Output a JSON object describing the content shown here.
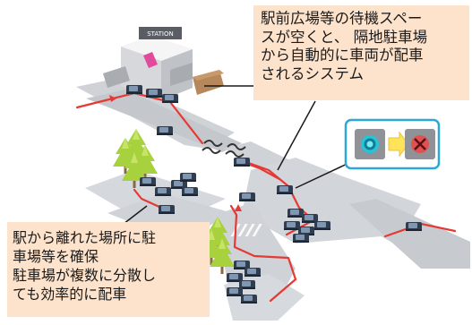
{
  "callout_top": {
    "lines": [
      "駅前広場等の待機スペー",
      "スが空くと、 隔地駐車場",
      "から自動的に車両が配車",
      "されるシステム"
    ]
  },
  "callout_bottom": {
    "lines": [
      "駅から離れた場所に駐",
      "車場等を確保",
      "駐車場が複数に分散し",
      "ても効率的に配車"
    ]
  },
  "station_sign": "STATION",
  "colors": {
    "road": "#c9ccd1",
    "route": "#e53935",
    "callout_bg": "#fde2cc",
    "signal_box_border": "#2aa8d8",
    "signal_arrow": "#ffe45a",
    "tree": "#9acd32",
    "car": "#3a4a5c"
  },
  "signal_panel": {
    "left_icon": "blue-circle-signal-icon",
    "arrow_icon": "arrow-right-icon",
    "right_icon": "red-x-signal-icon"
  }
}
